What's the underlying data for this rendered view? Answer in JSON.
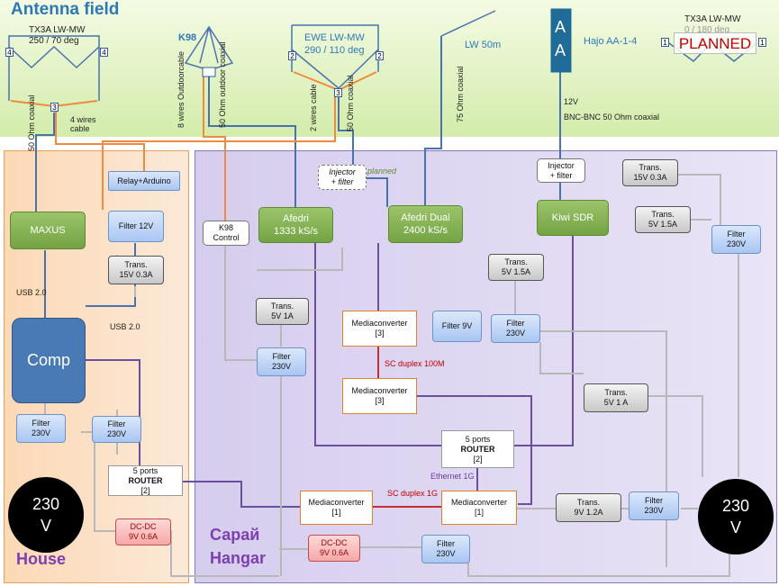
{
  "areas": {
    "antenna_field": "Antenna field",
    "house": "House",
    "hangar_ru": "Сарай",
    "hangar": "Hangar"
  },
  "antennas": {
    "tx3a_left": {
      "name": "TX3A LW-MW",
      "angle": "250 / 70 deg",
      "port_l": "4",
      "port_r": "4",
      "port_b": "3"
    },
    "k98": "K98",
    "ewe": {
      "name": "EWE  LW-MW",
      "angle": "290 / 110 deg",
      "port_l": "2",
      "port_r": "2",
      "port_b": "3"
    },
    "lw": "LW 50m",
    "aa": {
      "l1": "A",
      "l2": "A",
      "label": "Hajo AA-1-4"
    },
    "tx3a_right": {
      "name": "TX3A LW-MW",
      "angle": "0 / 180 deg",
      "planned": "PLANNED",
      "port_l": "1",
      "port_r": "1"
    }
  },
  "cables": {
    "coax50": "50 Ohm coaxial",
    "four_wires": "4 wires cable",
    "eight_wires": "8 wires Outdoorcable",
    "outdoor_coax": "50 Ohm outdoor coaxial",
    "two_wires": "2 wires cable",
    "coax50_b": "50 Ohm coaxial",
    "coax75": "75 Ohm coaxial",
    "v12": "12V",
    "bnc": "BNC-BNC 50 Ohm coaxial",
    "usb1": "USB 2.0",
    "usb2": "USB 2.0",
    "sc100": "SC duplex 100M",
    "eth1g": "Ethernet 1G",
    "sc1g": "SC duplex 1G",
    "planned_note": "planned"
  },
  "house": {
    "relay": "Relay+Arduino",
    "maxus": "MAXUS",
    "filter12": "Filter 12V",
    "trans15": {
      "l1": "Trans.",
      "l2": "15V 0.3A"
    },
    "comp": "Comp",
    "filter_a": {
      "l1": "Filter",
      "l2": "230V"
    },
    "filter_b": {
      "l1": "Filter",
      "l2": "230V"
    },
    "router": {
      "l1": "5 ports",
      "l2": "ROUTER",
      "l3": "[2]"
    },
    "dcdc": {
      "l1": "DC-DC",
      "l2": "9V 0.6A"
    },
    "mains": {
      "l1": "230",
      "l2": "V"
    }
  },
  "hangar": {
    "k98ctrl": {
      "l1": "K98",
      "l2": "Control"
    },
    "afedri": {
      "l1": "Afedri",
      "l2": "1333 kS/s"
    },
    "injector_planned": {
      "l1": "Injector",
      "l2": "+ filter"
    },
    "afedri_dual": {
      "l1": "Afedri Dual",
      "l2": "2400 kS/s"
    },
    "injector": {
      "l1": "Injector",
      "l2": "+ filter"
    },
    "kiwi": "Kiwi SDR",
    "trans15": {
      "l1": "Trans.",
      "l2": "15V 0.3A"
    },
    "trans5a": {
      "l1": "Trans.",
      "l2": "5V 1.5A"
    },
    "filter_r": {
      "l1": "Filter",
      "l2": "230V"
    },
    "trans5b": {
      "l1": "Trans.",
      "l2": "5V 1.5A"
    },
    "trans5c": {
      "l1": "Trans.",
      "l2": "5V 1A"
    },
    "mc3a": {
      "l1": "Mediaconverter",
      "l2": "[3]"
    },
    "filter9": "Filter 9V",
    "filter_c": {
      "l1": "Filter",
      "l2": "230V"
    },
    "filter_d": {
      "l1": "Filter",
      "l2": "230V"
    },
    "mc3b": {
      "l1": "Mediaconverter",
      "l2": "[3]"
    },
    "trans5d": {
      "l1": "Trans.",
      "l2": "5V 1 A"
    },
    "router": {
      "l1": "5 ports",
      "l2": "ROUTER",
      "l3": "[2]"
    },
    "mc1a": {
      "l1": "Mediaconverter",
      "l2": "[1]"
    },
    "mc1b": {
      "l1": "Mediaconverter",
      "l2": "[1]"
    },
    "trans9": {
      "l1": "Trans.",
      "l2": "9V 1.2A"
    },
    "filter_e": {
      "l1": "Filter",
      "l2": "230V"
    },
    "dcdc": {
      "l1": "DC-DC",
      "l2": "9V 0.6A"
    },
    "filter_f": {
      "l1": "Filter",
      "l2": "230V"
    },
    "mains": {
      "l1": "230",
      "l2": "V"
    }
  }
}
